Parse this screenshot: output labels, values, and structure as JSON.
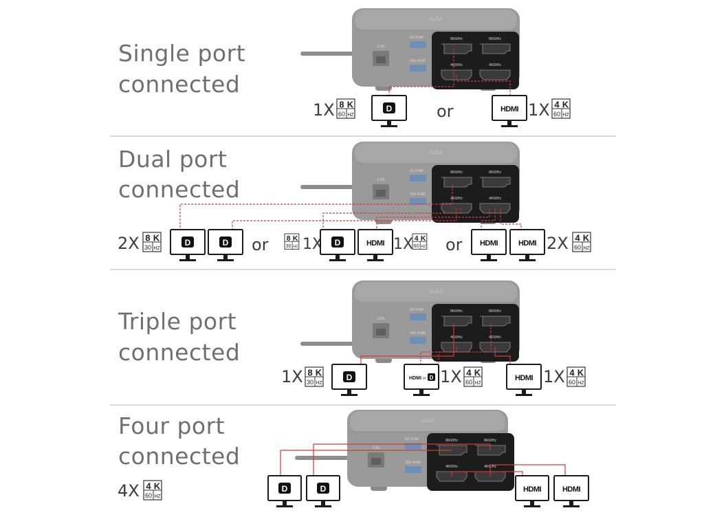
{
  "colors": {
    "dock_body": "#9a9a9a",
    "dock_top": "#a7a7a7",
    "port_panel": "#1c1c1c",
    "link_red": "#d23a3a",
    "monitor_outline": "#1a1a1a",
    "heading_text": "#6f6f6f"
  },
  "dock": {
    "port_labels": [
      "8K60Hz",
      "8K60Hz",
      "4K60Hz",
      "4K60Hz"
    ],
    "usb_labels": [
      "5G 4.5W",
      "10G 4.5W"
    ],
    "ethernet_label": "2.5G",
    "brand": "∆∆ΔΔ"
  },
  "badges": {
    "8k60": {
      "top": "8",
      "k": "K",
      "rate": "60",
      "hz": "HZ"
    },
    "8k30": {
      "top": "8",
      "k": "K",
      "rate": "30",
      "hz": "HZ"
    },
    "4k60": {
      "top": "4",
      "k": "K",
      "rate": "60",
      "hz": "HZ"
    }
  },
  "monitor_labels": {
    "dp": "D",
    "hdmi": "HDMI"
  },
  "sections": [
    {
      "heading": [
        "Single port",
        "connected"
      ],
      "labels": [
        "1X",
        "or",
        "1X"
      ]
    },
    {
      "heading": [
        "Dual port",
        "connected"
      ],
      "labels": [
        "2X",
        "or",
        "1X",
        "1X",
        "or",
        "2X"
      ]
    },
    {
      "heading": [
        "Triple port",
        "connected"
      ],
      "labels": [
        "1X",
        "or",
        "1X",
        "1X"
      ]
    },
    {
      "heading": [
        "Four port",
        "connected"
      ],
      "labels": [
        "4X"
      ]
    }
  ]
}
